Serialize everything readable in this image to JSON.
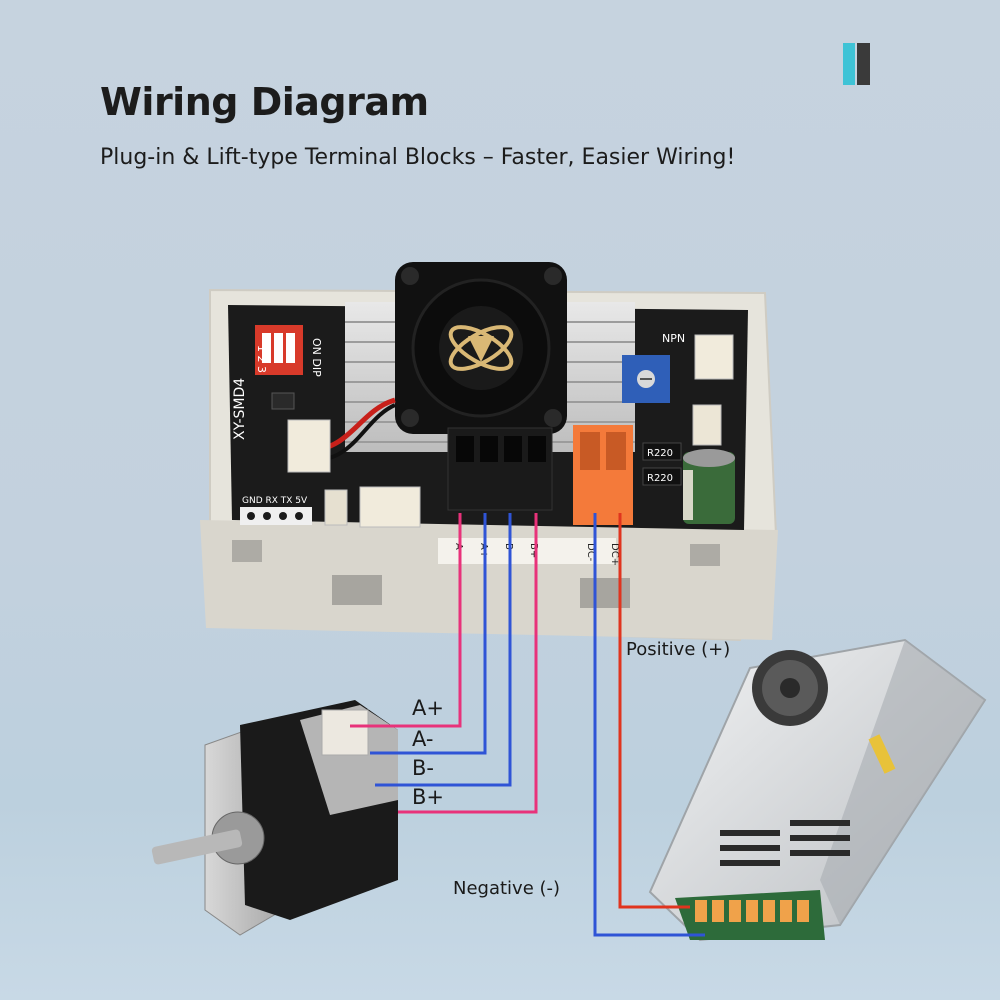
{
  "header": {
    "title": "Wiring Diagram",
    "subtitle": "Plug-in & Lift-type Terminal Blocks – Faster, Easier Wiring!"
  },
  "board": {
    "model": "XY-SMD4",
    "dip_text": "ON DIP",
    "dip_numbers": "1 2 3",
    "serial_pins": "GND RX TX 5V",
    "npn_text": "NPN",
    "resistor_1": "R220",
    "resistor_2": "R220",
    "motor_terminals": [
      "A-",
      "A+",
      "B-",
      "B+"
    ],
    "power_terminals": [
      "DC-",
      "DC+"
    ]
  },
  "wires": {
    "a_plus": "A+",
    "a_minus": "A-",
    "b_minus": "B-",
    "b_plus": "B+",
    "positive": "Positive (+)",
    "negative": "Negative (-)"
  },
  "colors": {
    "accent_cyan": "#3fc3d6",
    "wire_pink": "#e8327a",
    "wire_blue": "#2f54d6",
    "wire_red": "#e0341e",
    "terminal_orange": "#f47a3a"
  }
}
